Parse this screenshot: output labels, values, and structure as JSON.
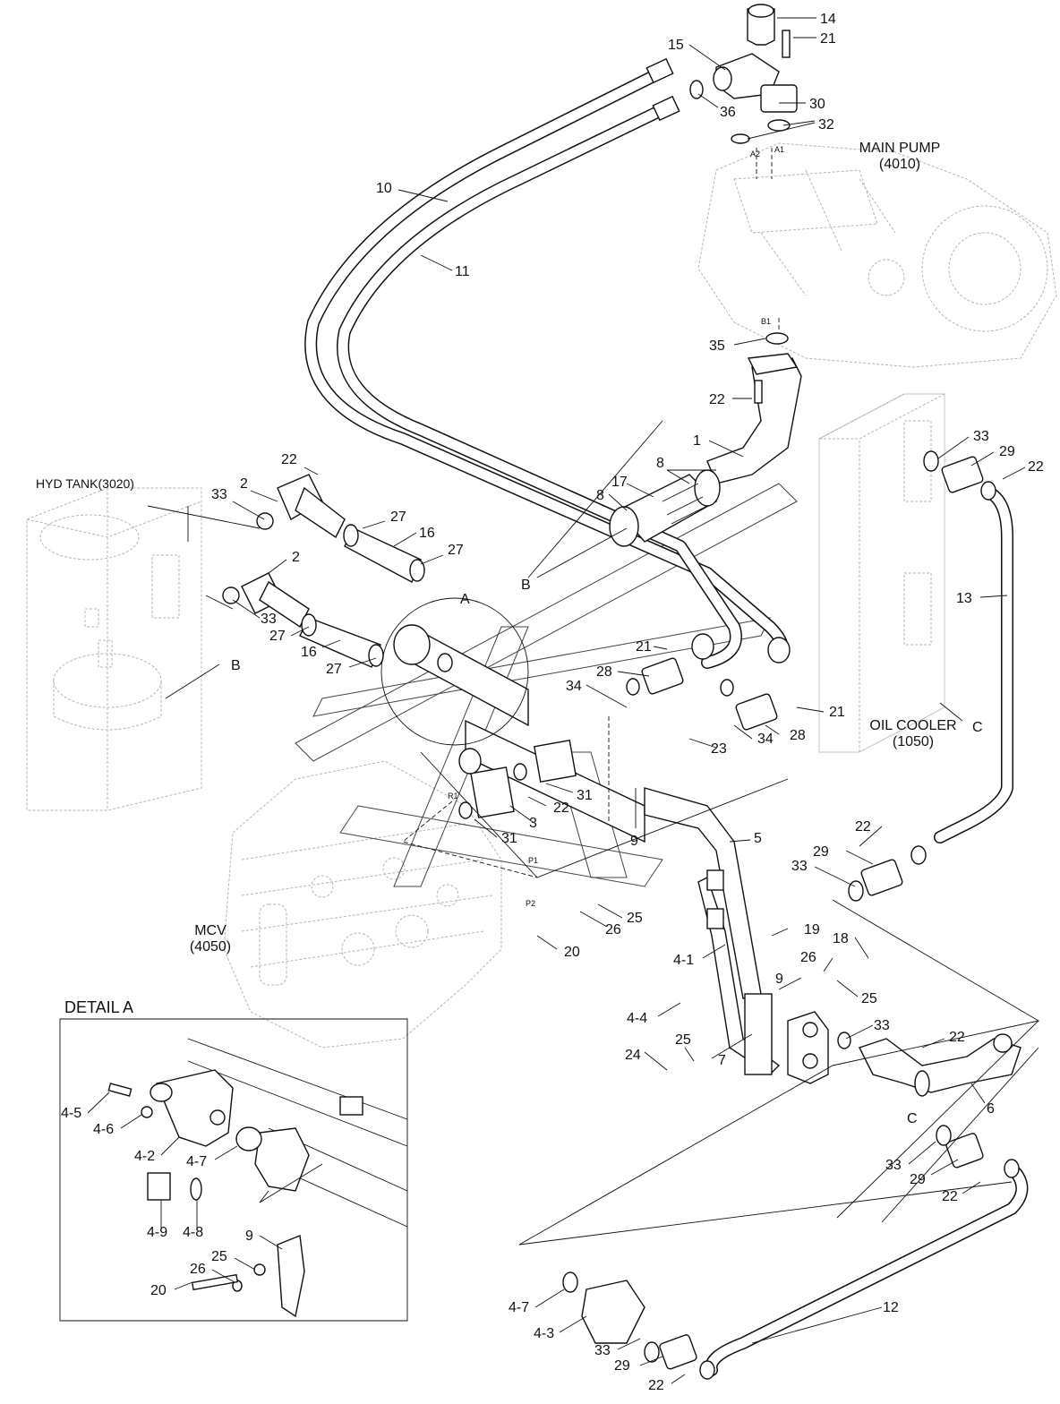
{
  "components": {
    "main_pump": {
      "name": "MAIN PUMP",
      "code": "(4010)"
    },
    "hyd_tank": {
      "name": "HYD TANK(3020)"
    },
    "oil_cooler": {
      "name": "OIL COOLER",
      "code": "(1050)"
    },
    "mcv": {
      "name": "MCV",
      "code": "(4050)"
    }
  },
  "ports": {
    "a1": "A1",
    "a2": "A2",
    "b1": "B1",
    "r1": "R1",
    "p1": "P1",
    "p2": "P2"
  },
  "section_markers": {
    "a": "A",
    "b": "B",
    "c": "C"
  },
  "detail": {
    "title": "DETAIL A",
    "labels": [
      "4-5",
      "4-6",
      "4-2",
      "4-7",
      "4-8",
      "4-9",
      "9",
      "25",
      "26",
      "20"
    ]
  },
  "callouts": {
    "c14": "14",
    "c21_top": "21",
    "c15": "15",
    "c30": "30",
    "c36": "36",
    "c32": "32",
    "c10": "10",
    "c11": "11",
    "c35": "35",
    "c22_pump": "22",
    "c1": "1",
    "c8_a": "8",
    "c17": "17",
    "c8_b": "8",
    "cB_hose": "B",
    "c33_cooler": "33",
    "c29_cooler": "29",
    "c22_cooler": "22",
    "c13": "13",
    "cC_cooler": "C",
    "c22_tank": "22",
    "c2_a": "2",
    "c33_a": "33",
    "c27_a": "27",
    "c16_a": "16",
    "c27_b": "27",
    "c2_b": "2",
    "c33_b": "33",
    "c27_c": "27",
    "c16_b": "16",
    "c27_d": "27",
    "cB_tank": "B",
    "cA": "A",
    "c21_mid": "21",
    "c28_a": "28",
    "c34_a": "34",
    "c21_right": "21",
    "c23": "23",
    "c34_b": "34",
    "c28_b": "28",
    "c31_a": "31",
    "c22_mid": "22",
    "c3": "3",
    "c31_b": "31",
    "c9_a": "9",
    "c5": "5",
    "c25_a": "25",
    "c26_a": "26",
    "c20_a": "20",
    "c19": "19",
    "c4_1": "4-1",
    "c22_b": "22",
    "c29_b": "29",
    "c33_c": "33",
    "c18": "18",
    "c26_b": "26",
    "c9_b": "9",
    "c25_b": "25",
    "c4_4": "4-4",
    "c25_c": "25",
    "c24": "24",
    "c7": "7",
    "c33_d": "33",
    "c22_c": "22",
    "c6": "6",
    "cC_bottom": "C",
    "c33_e": "33",
    "c29_c": "29",
    "c22_d": "22",
    "c12": "12",
    "c4_7": "4-7",
    "c4_3": "4-3",
    "c33_f": "33",
    "c29_d": "29",
    "c22_e": "22"
  }
}
